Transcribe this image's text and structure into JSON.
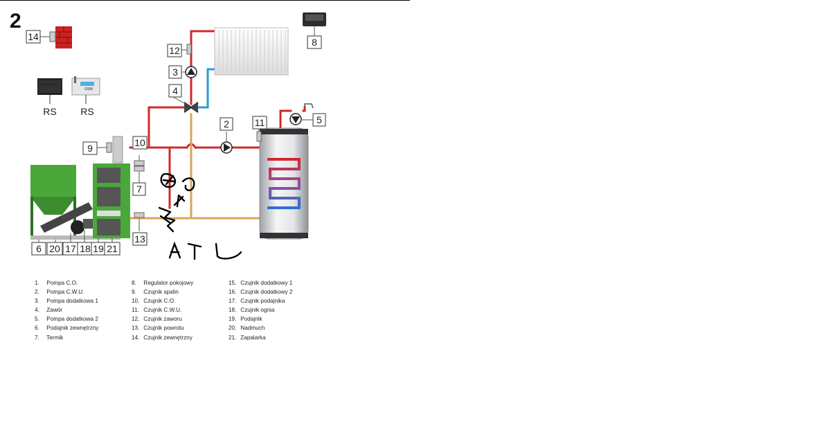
{
  "diagram": {
    "title_number": "2",
    "callouts": [
      {
        "id": "14",
        "text": "14"
      },
      {
        "id": "8",
        "text": "8"
      },
      {
        "id": "12",
        "text": "12"
      },
      {
        "id": "3",
        "text": "3"
      },
      {
        "id": "4",
        "text": "4"
      },
      {
        "id": "2",
        "text": "2"
      },
      {
        "id": "11",
        "text": "11"
      },
      {
        "id": "5",
        "text": "5"
      },
      {
        "id": "9",
        "text": "9"
      },
      {
        "id": "10",
        "text": "10"
      },
      {
        "id": "7",
        "text": "7"
      },
      {
        "id": "13",
        "text": "13"
      },
      {
        "id": "6",
        "text": "6"
      },
      {
        "id": "20",
        "text": "20"
      },
      {
        "id": "17",
        "text": "17"
      },
      {
        "id": "18",
        "text": "18"
      },
      {
        "id": "19",
        "text": "19"
      },
      {
        "id": "21",
        "text": "21"
      }
    ],
    "modules": {
      "rs_left": "RS",
      "rs_right": "RS",
      "ethernet_label": "ETHERNET",
      "gsm_label": "GSM"
    },
    "handwriting": "A T U",
    "colors": {
      "hot_pipe": "#d0282c",
      "return_pipe": "#d9a55a",
      "cold_pipe": "#2a9ad6",
      "boiler_green": "#4aa83a",
      "wall_red": "#cc2222"
    }
  },
  "legend": {
    "col1": [
      {
        "n": "1.",
        "t": "Pompa C.O."
      },
      {
        "n": "2.",
        "t": "Pompa C.W.U."
      },
      {
        "n": "3.",
        "t": "Pompa dodatkowa 1"
      },
      {
        "n": "4.",
        "t": "Zawór"
      },
      {
        "n": "5.",
        "t": "Pompa dodatkowa 2"
      },
      {
        "n": "6.",
        "t": "Podajnik zewnętrzny"
      },
      {
        "n": "7.",
        "t": "Termik"
      }
    ],
    "col2": [
      {
        "n": "8.",
        "t": "Regulator pokojowy"
      },
      {
        "n": "9.",
        "t": "Czujnik spalin"
      },
      {
        "n": "10.",
        "t": "Czujnik C.O."
      },
      {
        "n": "11.",
        "t": "Czujnik C.W.U."
      },
      {
        "n": "12.",
        "t": "Czujnik zaworu"
      },
      {
        "n": "13.",
        "t": "Czujnik powrotu"
      },
      {
        "n": "14.",
        "t": "Czujnik zewnętrzny"
      }
    ],
    "col3": [
      {
        "n": "15.",
        "t": "Czujnik dodatkowy 1"
      },
      {
        "n": "16.",
        "t": "Czujnik dodatkowy 2"
      },
      {
        "n": "17.",
        "t": "Czujnik podajnika"
      },
      {
        "n": "18.",
        "t": "Czujnik ognia"
      },
      {
        "n": "19.",
        "t": "Podajnik"
      },
      {
        "n": "20.",
        "t": "Nadmuch"
      },
      {
        "n": "21.",
        "t": "Zapalarka"
      }
    ]
  }
}
